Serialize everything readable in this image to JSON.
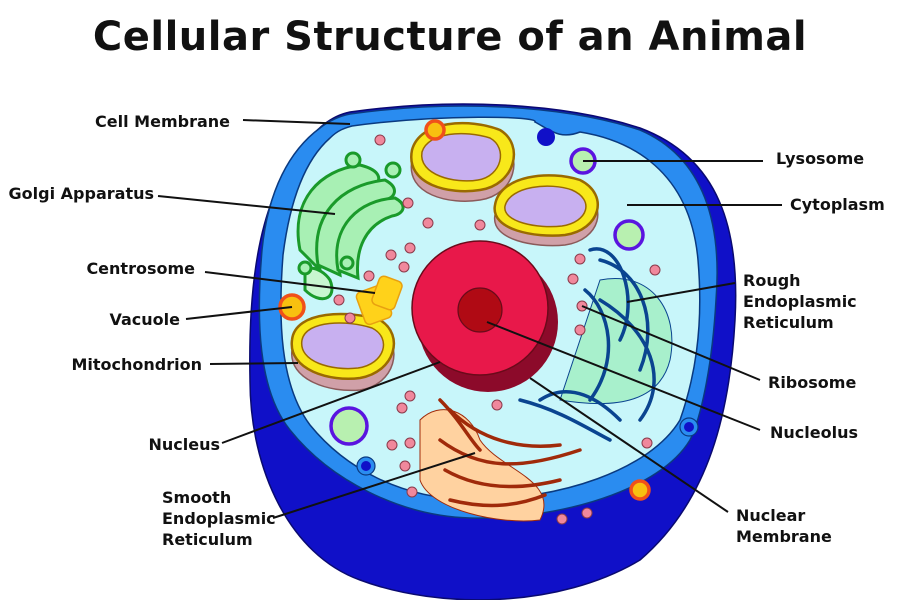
{
  "title": "Cellular Structure of an Animal",
  "colors": {
    "outer_membrane_dark": "#1010c8",
    "membrane_blue": "#2a8cf0",
    "cytoplasm": "#c8f6fa",
    "nucleus": "#e8184a",
    "nucleus_shadow": "#8c0a2a",
    "nucleolus": "#b00a14",
    "golgi": "#1a9a2a",
    "golgi_fill": "#a8f0b4",
    "mitochondrion_outer": "#f8e81a",
    "mitochondrion_inner": "#c8b0f0",
    "rough_er": "#0a4490",
    "smooth_er": "#a02a0a",
    "ribosome": "#f0889c",
    "lysosome_ring": "#5a14e0",
    "vacuole_ring": "#f0501a",
    "vacuole_fill": "#f8c010"
  },
  "labels": {
    "cell_membrane": "Cell Membrane",
    "golgi_apparatus": "Golgi Apparatus",
    "centrosome": "Centrosome",
    "vacuole": "Vacuole",
    "mitochondrion": "Mitochondrion",
    "nucleus": "Nucleus",
    "smooth_er": "Smooth\nEndoplasmic\nReticulum",
    "lysosome": "Lysosome",
    "cytoplasm": "Cytoplasm",
    "rough_er": "Rough\nEndoplasmic\nReticulum",
    "ribosome": "Ribosome",
    "nucleolus": "Nucleolus",
    "nuclear_membrane": "Nuclear\nMembrane"
  }
}
